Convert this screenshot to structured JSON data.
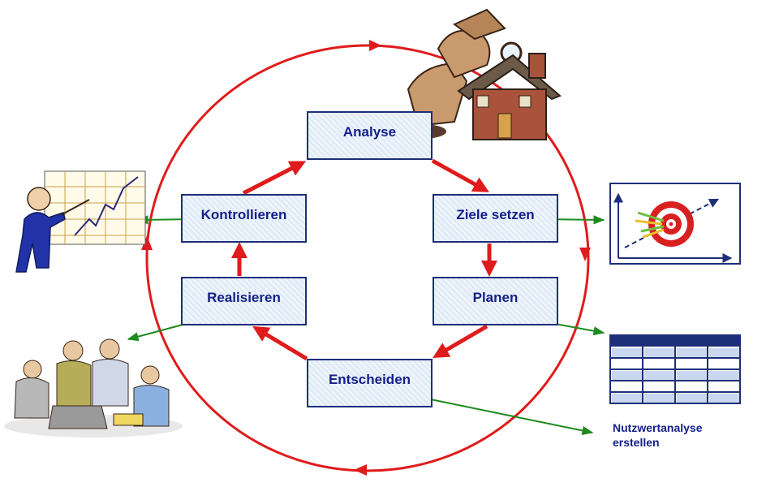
{
  "diagram": {
    "steps": [
      {
        "id": "analyse",
        "label": "Analyse"
      },
      {
        "id": "ziele",
        "label": "Ziele setzen"
      },
      {
        "id": "planen",
        "label": "Planen"
      },
      {
        "id": "entscheiden",
        "label": "Entscheiden"
      },
      {
        "id": "realisieren",
        "label": "Realisieren"
      },
      {
        "id": "kontrollieren",
        "label": "Kontrollieren"
      }
    ],
    "note": {
      "line1": "Nutzwertanalyse",
      "line2": "erstellen"
    },
    "illustrations": [
      "detective-house-icon",
      "target-chart-icon",
      "table-grid-icon",
      "team-laptop-icon",
      "presenter-chart-icon"
    ],
    "colors": {
      "cycle": "#e01b1b",
      "link": "#1f8a1f",
      "box_border": "#1e2f7a",
      "text": "#14208a"
    }
  }
}
